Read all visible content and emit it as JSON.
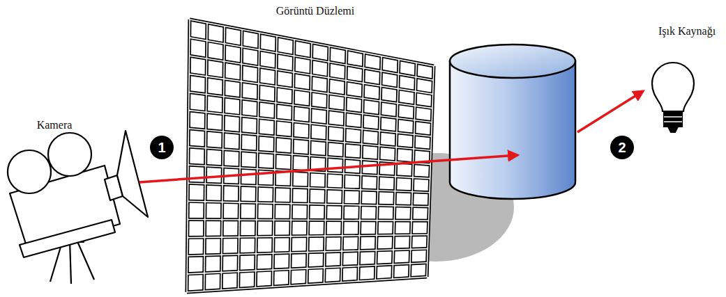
{
  "diagram": {
    "nodes": [
      {
        "text": [
          "1"
        ]
      },
      {
        "text": [
          "2"
        ]
      }
    ],
    "labels": [
      "Görüntü Düzlemi",
      "Işık Kaynağı",
      "Kamera"
    ]
  }
}
